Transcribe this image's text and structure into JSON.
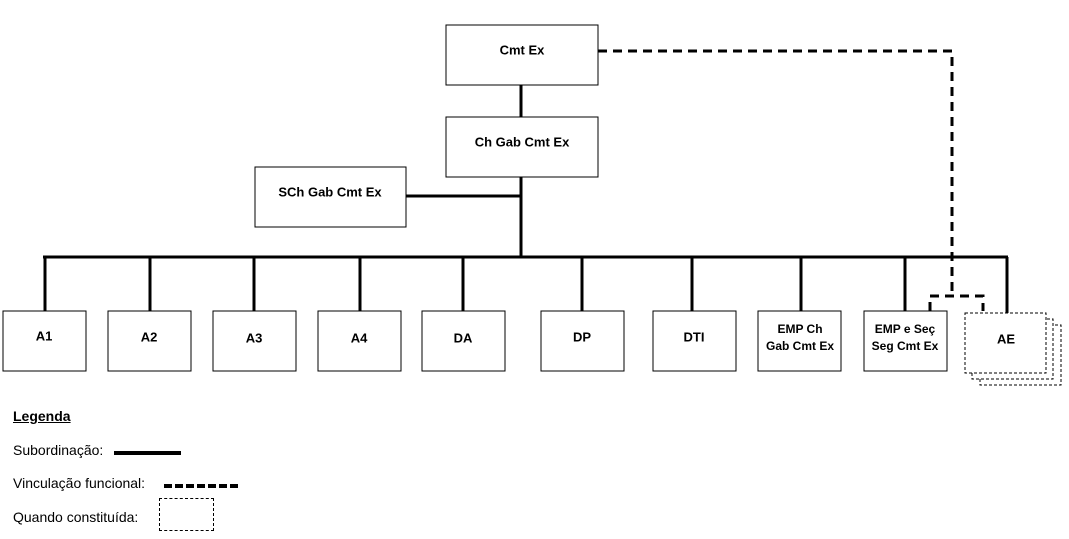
{
  "org": {
    "cmt": "Cmt Ex",
    "chgab": "Ch Gab Cmt Ex",
    "schgab": "SCh Gab Cmt Ex",
    "a1": "A1",
    "a2": "A2",
    "a3": "A3",
    "a4": "A4",
    "da": "DA",
    "dp": "DP",
    "dti": "DTI",
    "emp1_l1": "EMP Ch",
    "emp1_l2": "Gab Cmt Ex",
    "emp2_l1": "EMP e Seç",
    "emp2_l2": "Seg Cmt Ex",
    "ae": "AE"
  },
  "legend": {
    "title": "Legenda",
    "subordinacao": "Subordinação:",
    "vinculacao": "Vinculação funcional:",
    "constituida": "Quando constituída:"
  }
}
